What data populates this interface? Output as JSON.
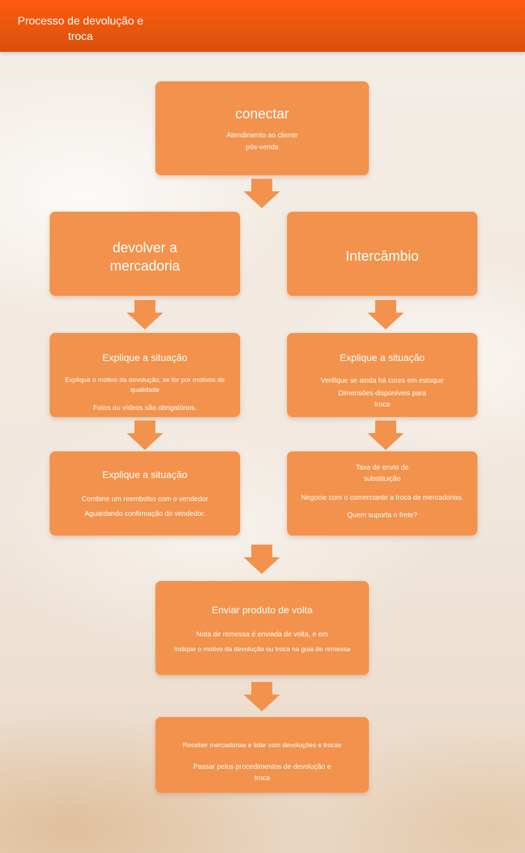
{
  "header": {
    "title": "Processo de devolução e troca"
  },
  "colors": {
    "header_orange": "#f05a10",
    "box_orange": "#f2924c",
    "arrow_orange": "#f2924c",
    "text_white": "#ffffff"
  },
  "flow": {
    "connect": {
      "title": "conectar",
      "desc_line1": "Atendimento ao cliente",
      "desc_line2": "pós-venda"
    },
    "return_goods": {
      "title_line1": "devolver a",
      "title_line2": "mercadoria"
    },
    "exchange": {
      "title": "Intercâmbio"
    },
    "return_explain": {
      "title": "Explique a situação",
      "desc_line1": "Explique o motivo da devolução, se for por motivos de qualidade",
      "desc_line2": "Fotos ou vídeos são obrigatórios."
    },
    "exchange_explain": {
      "title": "Explique a situação",
      "desc_line1": "Verifique se ainda há cores em estoque",
      "desc_line2": "Dimensões disponíveis para",
      "desc_line3": "troca"
    },
    "return_refund": {
      "title": "Explique a situação",
      "desc_line1": "Combine um reembolso com o vendedor",
      "desc_line2": "Aguardando confirmação do vendedor."
    },
    "exchange_shipping": {
      "title_line1": "Taxa de envio de",
      "title_line2": "substituição",
      "desc_line1": "Negocie com o comerciante a troca de mercadorias.",
      "desc_line2": "Quem suporta o frete?"
    },
    "send_back": {
      "title": "Enviar produto de volta",
      "desc_line1": "Nota de remessa é enviada de volta, e em",
      "desc_line2": "Indique o motivo da devolução ou troca na guia de remessa"
    },
    "receive": {
      "title": "Receber mercadorias e lidar com devoluções e trocas",
      "desc_line1": "Passar pelos procedimentos de devolução e",
      "desc_line2": "troca"
    }
  },
  "icons": {
    "flow_arrow": "arrow-down-icon"
  }
}
